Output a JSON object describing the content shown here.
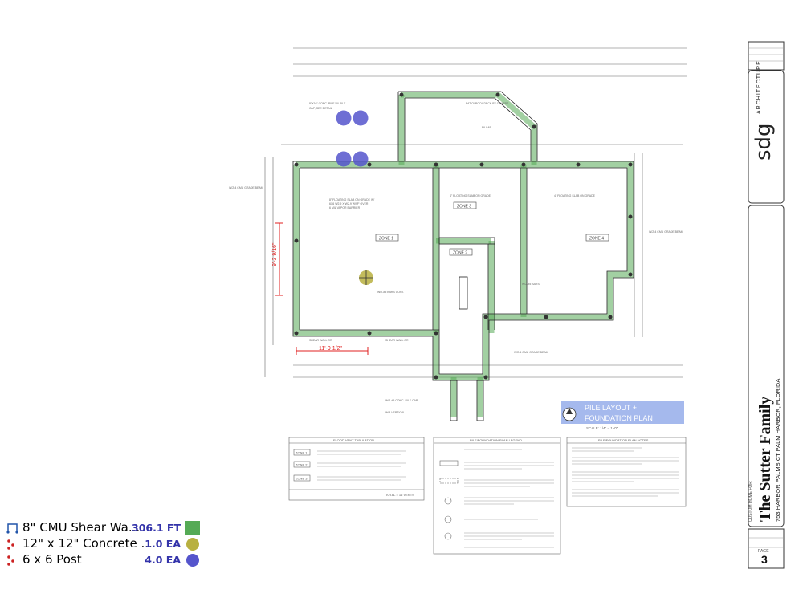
{
  "legend": {
    "items": [
      {
        "name": "8\" CMU Shear Wa...",
        "qty": "306.1 FT",
        "swatch": "#55aa55",
        "icon": "wall-run-icon"
      },
      {
        "name": "12\" x 12\" Concrete ...",
        "qty": "1.0 EA",
        "swatch": "#b8b040",
        "icon": "point-marker-icon"
      },
      {
        "name": "6 x 6 Post",
        "qty": "4.0 EA",
        "swatch": "#5555cc",
        "icon": "point-marker-icon"
      }
    ]
  },
  "plan": {
    "dim_width": "11'-9 1/2\"",
    "dim_height": "9'-3 9/16\"",
    "zones": [
      "ZONE 1",
      "ZONE 2",
      "ZONE 3",
      "ZONE 4"
    ],
    "title_line1": "PILE LAYOUT +",
    "title_line2": "FOUNDATION PLAN",
    "scale": "SCALE: 1/4\" = 1'-0\""
  },
  "tables": {
    "vent": {
      "title": "FLOOD VENT TABULATION",
      "rows": [
        "ZONE 1",
        "ZONE 2",
        "ZONE 3"
      ],
      "total": "TOTAL = 16 VENTS"
    },
    "legend_box": {
      "title": "PILE/FOUNDATION PLAN LEGEND"
    },
    "notes_box": {
      "title": "PILE/FOUNDATION PLAN NOTES"
    }
  },
  "title_block": {
    "brand": "sdg",
    "brand_suffix": "ARCHITECTURE",
    "project_caption": "CUSTOM HOME FOR:",
    "project_name": "The Sutter Family",
    "address": "753 HARBOR PALMS CT PALM HARBOR, FLORIDA",
    "sheet_label": "PAGE",
    "sheet_number": "3"
  },
  "colors": {
    "wall": "#55aa55",
    "post": "#5555cc",
    "pile_cap": "#b8b040",
    "dimension": "#e02020",
    "title_box": "#8fa8e8"
  }
}
